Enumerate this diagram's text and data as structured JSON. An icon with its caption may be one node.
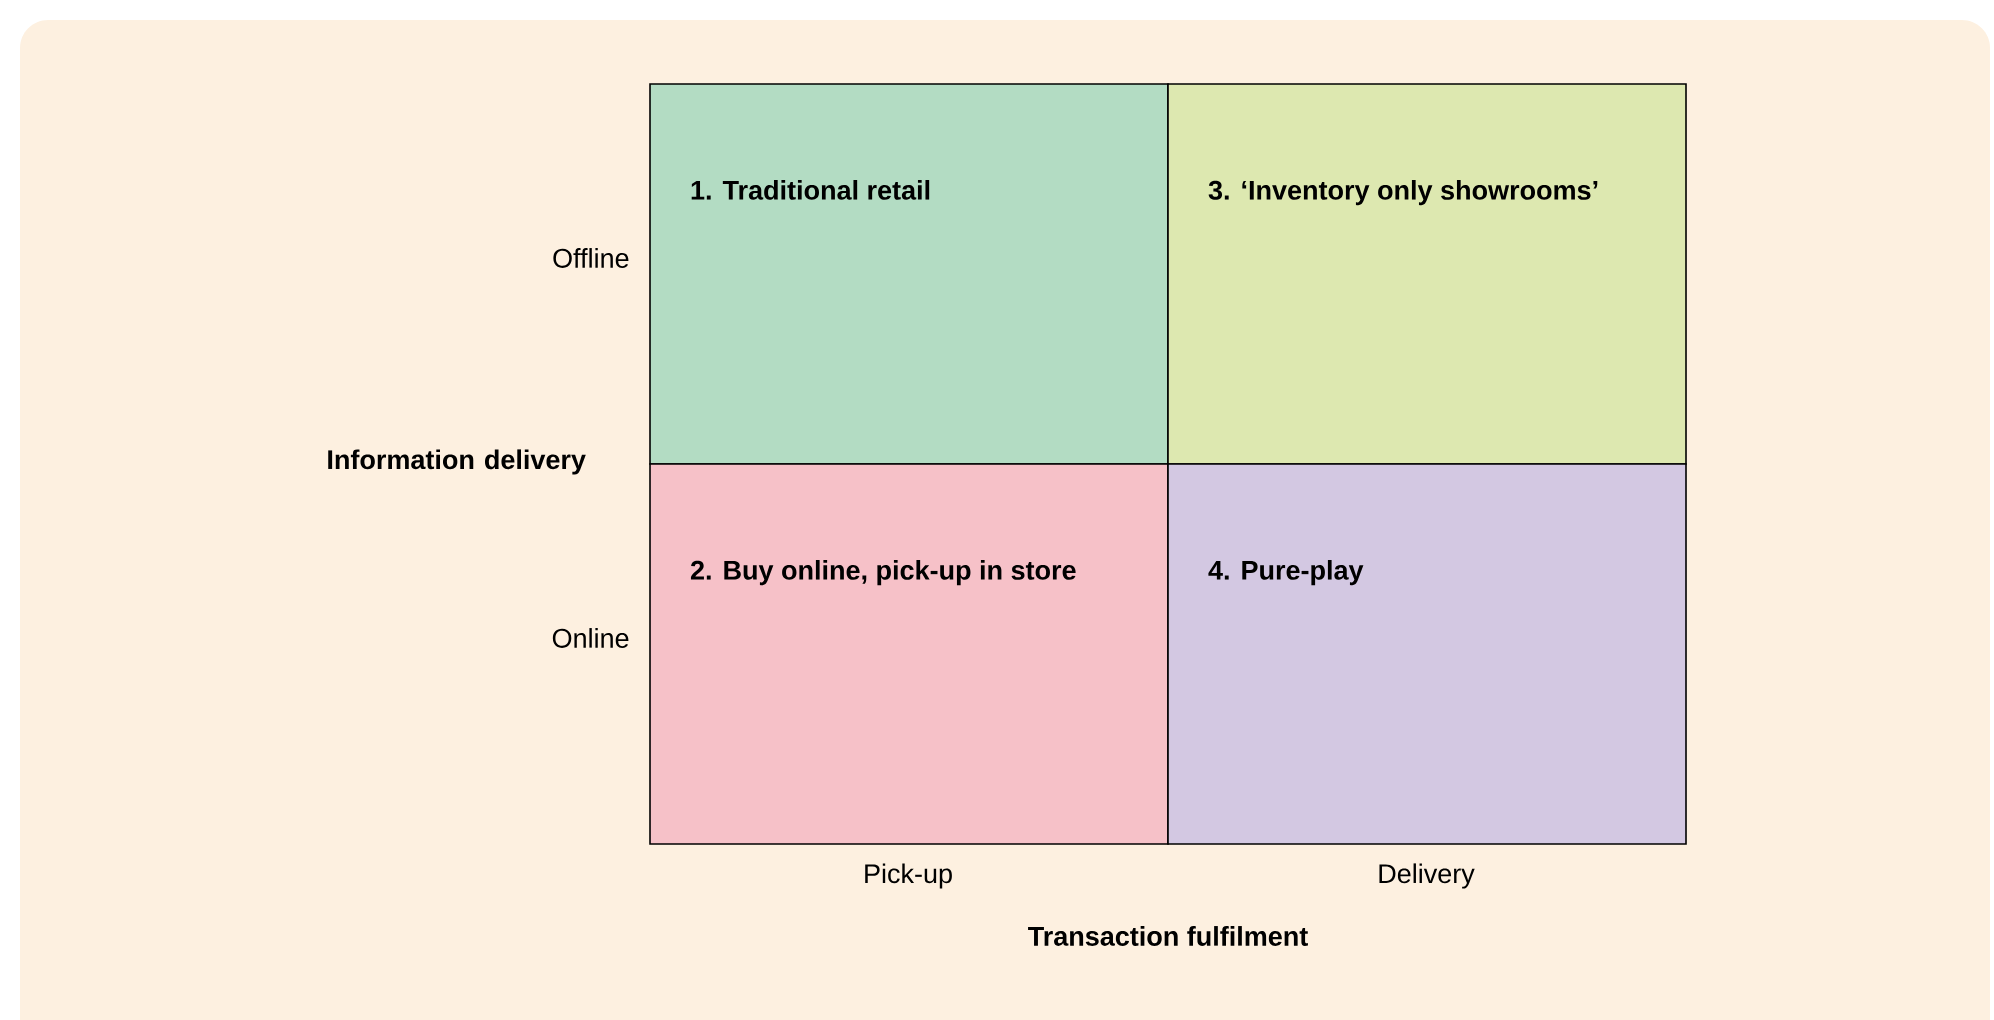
{
  "diagram": {
    "nodes": [
      {
        "text": [
          "1. Traditional retail"
        ]
      },
      {
        "text": [
          "3. ‘Inventory only showrooms’"
        ]
      },
      {
        "text": [
          "2. Buy online, pick-up in store"
        ]
      },
      {
        "text": [
          "4. Pure-play"
        ]
      }
    ],
    "labels": [
      "Offline",
      "Online",
      "Information delivery",
      "Pick-up",
      "Delivery",
      "Transaction fulfilment"
    ]
  }
}
